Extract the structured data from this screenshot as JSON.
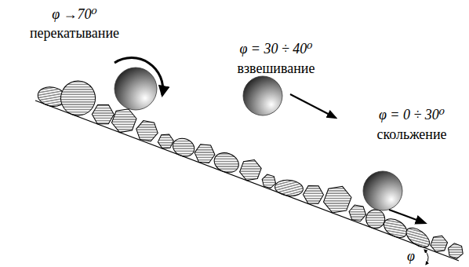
{
  "diagram": {
    "labels": [
      "φ →70⁰",
      "перекатывание",
      "φ = 30 ÷ 40⁰",
      "взвешивание",
      "φ = 0 ÷ 30⁰",
      "скольжение",
      "φ"
    ]
  }
}
